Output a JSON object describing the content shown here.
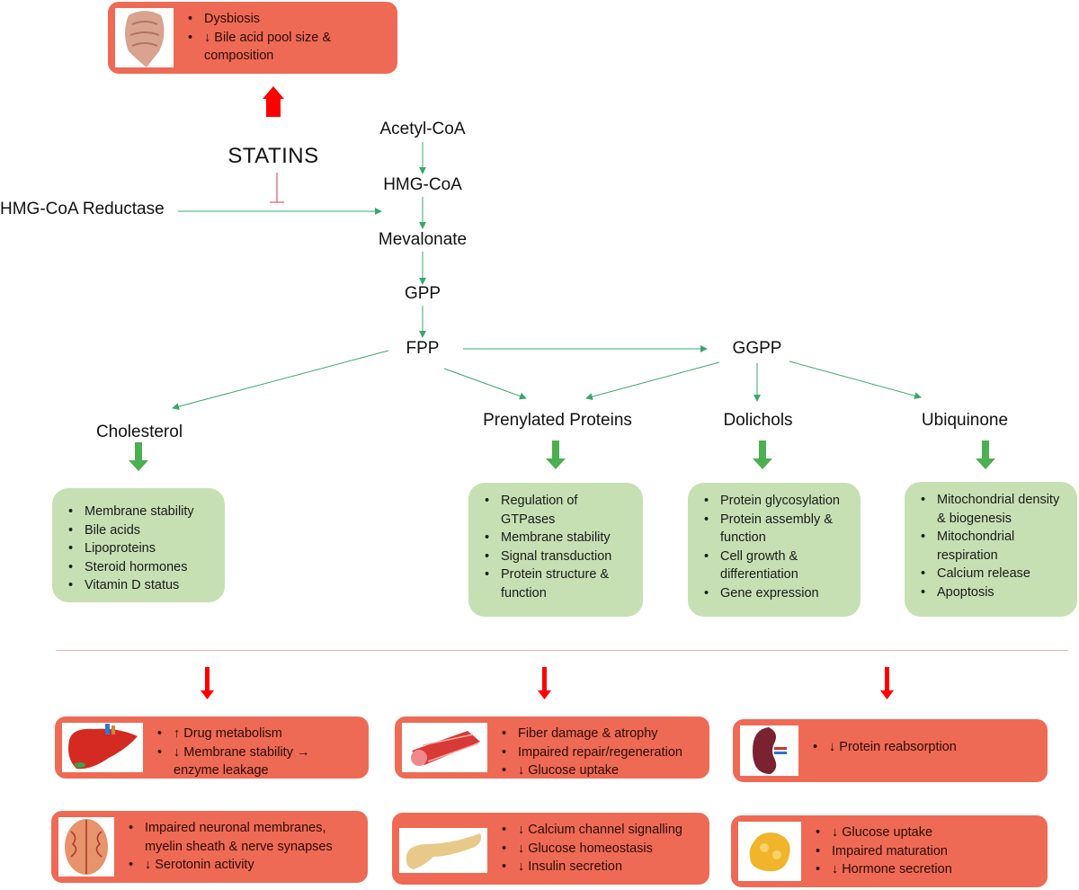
{
  "pathway": {
    "statins_label": "STATINS",
    "enzyme_label": "HMG-CoA Reductase",
    "nodes": {
      "acetyl_coa": "Acetyl-CoA",
      "hmg_coa": "HMG-CoA",
      "mevalonate": "Mevalonate",
      "gpp": "GPP",
      "fpp": "FPP",
      "ggpp": "GGPP",
      "cholesterol": "Cholesterol",
      "prenylated_proteins": "Prenylated Proteins",
      "dolichols": "Dolichols",
      "ubiquinone": "Ubiquinone"
    },
    "colors": {
      "pathway_arrow": "#3aa86b",
      "inhibit_mark": "#e0556b",
      "effect_arrow_red": "#ff0000",
      "function_arrow_green": "#4caf50",
      "function_box": "#c6e0b4",
      "effect_box": "#ef6a55",
      "divider": "#f0a9b3"
    }
  },
  "gut_box": {
    "icon": "intestine-icon",
    "items": [
      "Dysbiosis",
      "↓ Bile acid pool size & composition"
    ]
  },
  "function_boxes": {
    "cholesterol": [
      "Membrane stability",
      "Bile acids",
      "Lipoproteins",
      "Steroid hormones",
      "Vitamin D status"
    ],
    "prenylated_proteins": [
      "Regulation of GTPases",
      "Membrane stability",
      "Signal transduction",
      "Protein structure & function"
    ],
    "dolichols": [
      "Protein glycosylation",
      "Protein assembly & function",
      "Cell growth & differentiation",
      "Gene expression"
    ],
    "ubiquinone": [
      "Mitochondrial density & biogenesis",
      "Mitochondrial respiration",
      "Calcium release",
      "Apoptosis"
    ]
  },
  "effect_boxes": {
    "liver": {
      "icon": "liver-icon",
      "items": [
        "↑ Drug metabolism",
        "↓ Membrane stability → enzyme leakage"
      ]
    },
    "muscle": {
      "icon": "muscle-icon",
      "items": [
        "Fiber damage & atrophy",
        "Impaired repair/regeneration",
        "↓ Glucose uptake"
      ]
    },
    "kidney": {
      "icon": "kidney-icon",
      "items": [
        "↓ Protein reabsorption"
      ]
    },
    "brain": {
      "icon": "brain-icon",
      "items": [
        "Impaired neuronal membranes, myelin sheath & nerve synapses",
        "↓ Serotonin activity"
      ]
    },
    "pancreas": {
      "icon": "pancreas-icon",
      "items": [
        "↓ Calcium channel signalling",
        "↓ Glucose homeostasis",
        "↓ Insulin secretion"
      ]
    },
    "adipose": {
      "icon": "adipose-tissue-icon",
      "items": [
        "↓ Glucose uptake",
        "Impaired maturation",
        "↓ Hormone secretion"
      ]
    }
  }
}
